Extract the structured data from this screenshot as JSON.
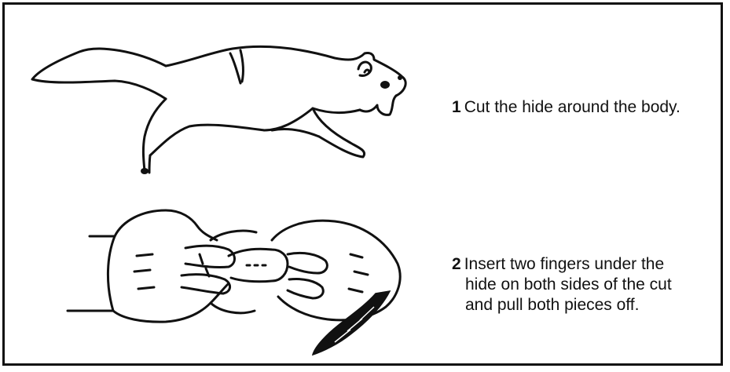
{
  "steps": [
    {
      "number": "1",
      "lines": [
        "Cut the hide around the body."
      ]
    },
    {
      "number": "2",
      "lines": [
        "Insert two fingers under the",
        "hide on both sides of the cut",
        "and pull both pieces off."
      ]
    }
  ],
  "colors": {
    "ink": "#111111",
    "background": "#ffffff"
  }
}
